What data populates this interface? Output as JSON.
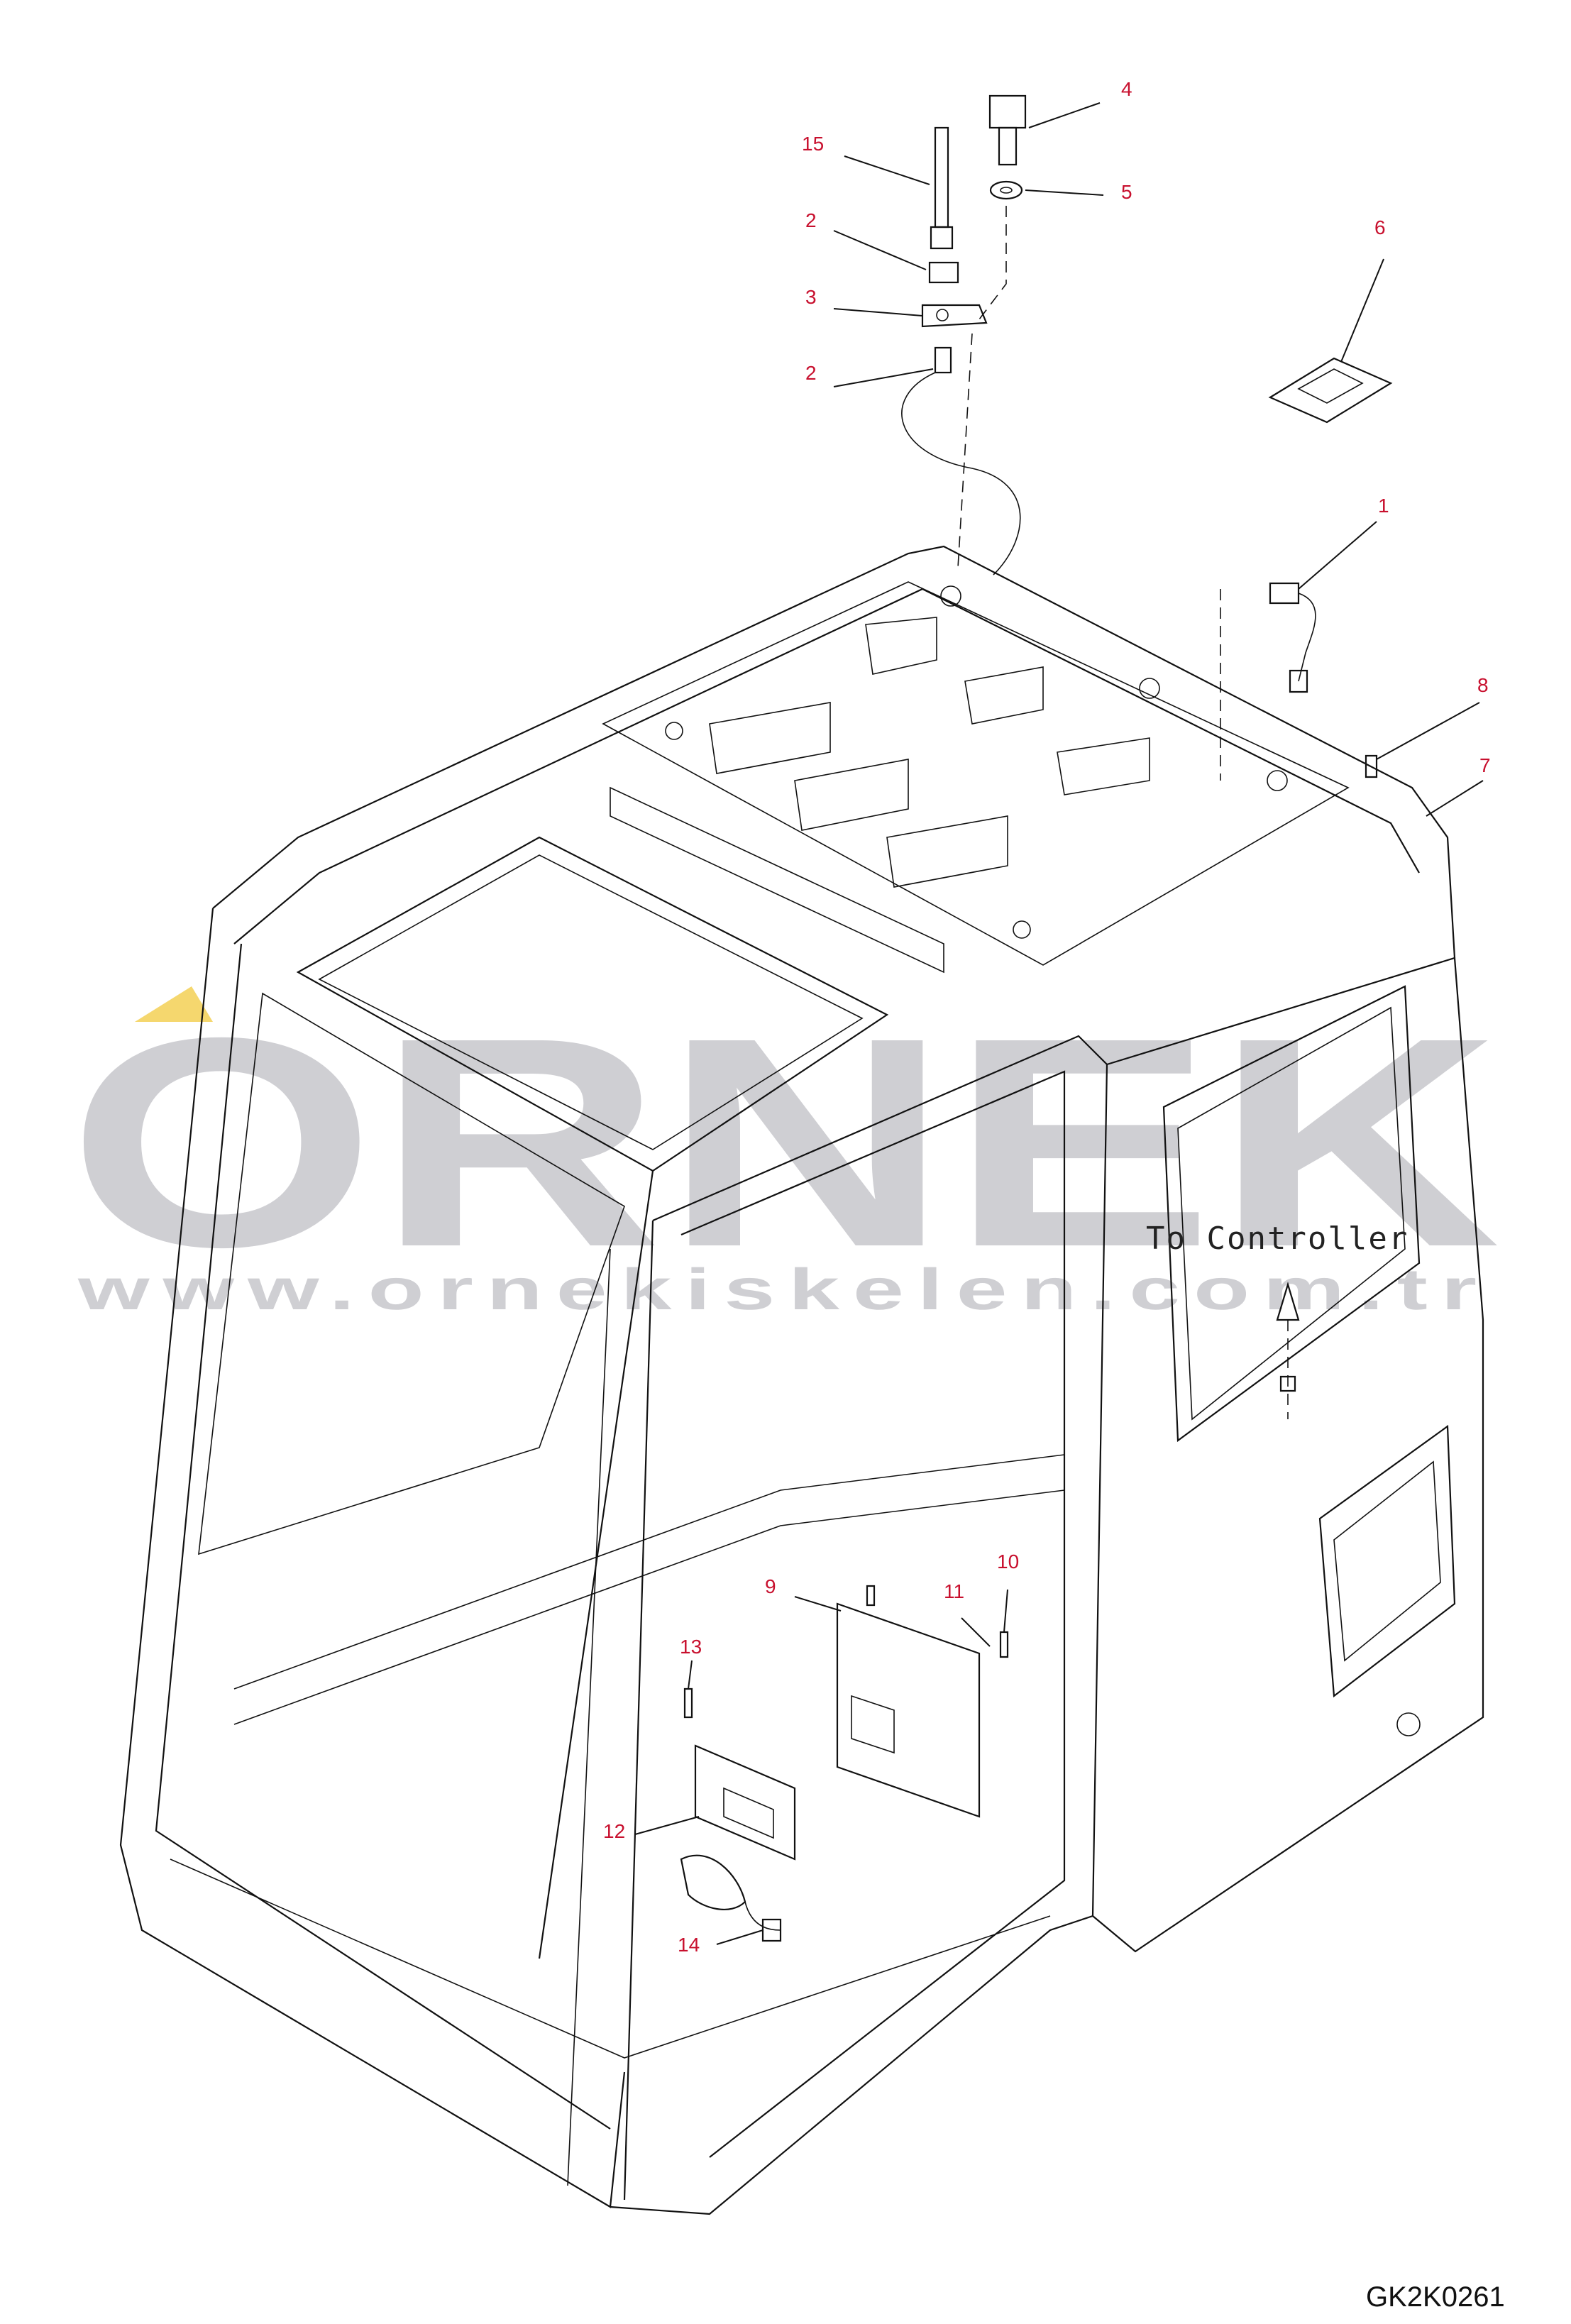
{
  "watermark": {
    "brand": "ORNEK",
    "url": "www.ornekiskelen.com.tr"
  },
  "diagram": {
    "note": "To Controller",
    "drawing_code": "GK2K0261",
    "callouts": [
      {
        "id": "c1",
        "label": "1"
      },
      {
        "id": "c2a",
        "label": "2"
      },
      {
        "id": "c2b",
        "label": "2"
      },
      {
        "id": "c3",
        "label": "3"
      },
      {
        "id": "c4",
        "label": "4"
      },
      {
        "id": "c5",
        "label": "5"
      },
      {
        "id": "c6",
        "label": "6"
      },
      {
        "id": "c7",
        "label": "7"
      },
      {
        "id": "c8",
        "label": "8"
      },
      {
        "id": "c9",
        "label": "9"
      },
      {
        "id": "c10",
        "label": "10"
      },
      {
        "id": "c11",
        "label": "11"
      },
      {
        "id": "c12",
        "label": "12"
      },
      {
        "id": "c13",
        "label": "13"
      },
      {
        "id": "c14",
        "label": "14"
      },
      {
        "id": "c15",
        "label": "15"
      }
    ]
  },
  "colors": {
    "callout": "#c8102e",
    "watermark": "#cfcfd3",
    "accent": "#f5d76e"
  }
}
